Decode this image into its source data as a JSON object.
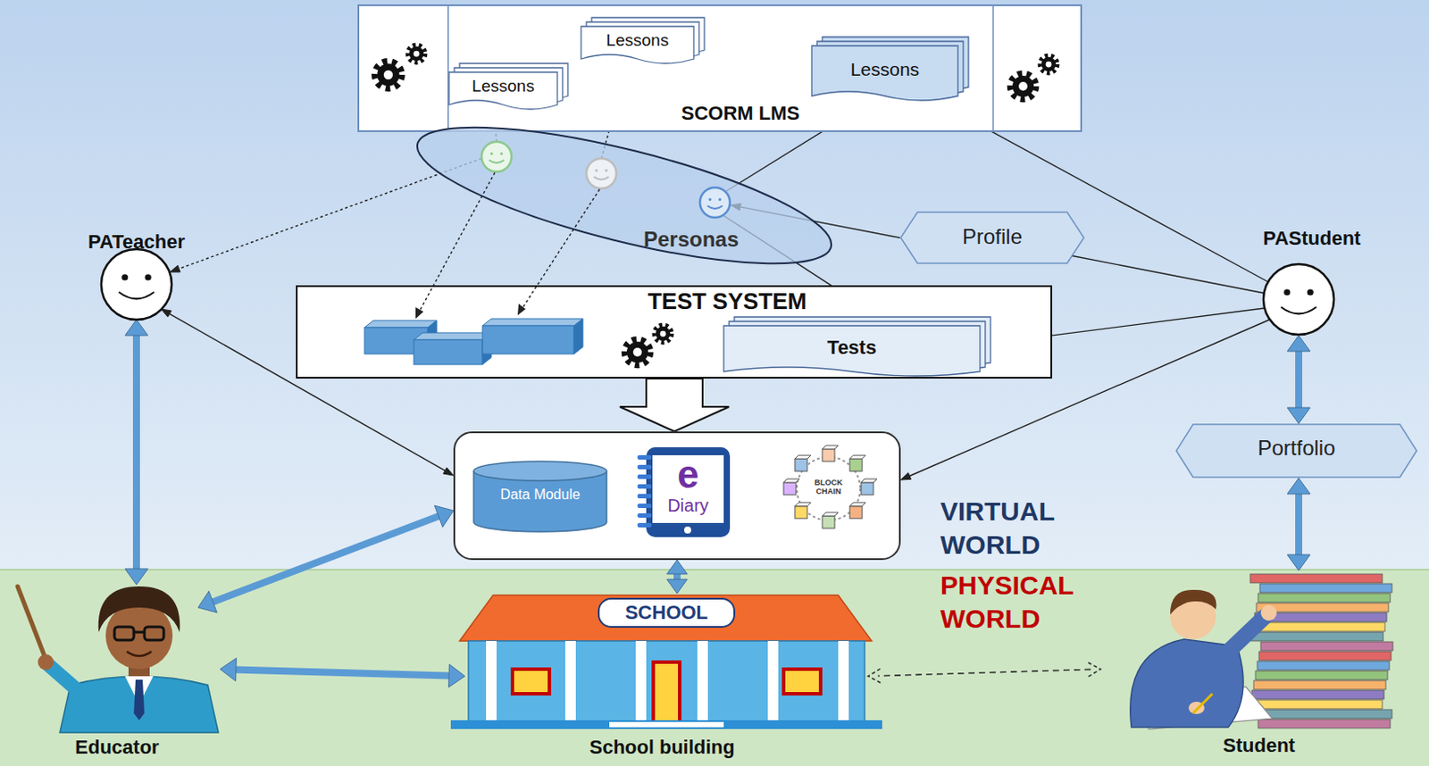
{
  "diagram": {
    "nodes": [
      {
        "text": [
          "SCORM LMS"
        ]
      },
      {
        "text": [
          "Lessons"
        ],
        "in": 0
      },
      {
        "text": [
          "Lessons"
        ],
        "in": 0
      },
      {
        "text": [
          "Lessons"
        ],
        "in": 0
      },
      {
        "text": [
          "Personas"
        ]
      },
      {
        "text": [
          "PATeacher"
        ]
      },
      {
        "text": [
          "Profile"
        ]
      },
      {
        "text": [
          "PAStudent"
        ]
      },
      {
        "text": [
          "TEST SYSTEM"
        ]
      },
      {
        "text": [
          "Tests"
        ],
        "in": 8
      },
      {
        "text": []
      },
      {
        "text": [
          "Data Module"
        ],
        "in": 10
      },
      {
        "text": [
          "e",
          "Diary"
        ],
        "in": 10
      },
      {
        "text": [
          "BLOCK CHAIN"
        ],
        "in": 10
      },
      {
        "text": [
          "Portfolio"
        ]
      },
      {
        "text": [
          "Educator"
        ]
      },
      {
        "text": [
          "SCHOOL",
          "School building"
        ]
      },
      {
        "text": [
          "Student"
        ]
      }
    ],
    "edges": [
      {
        "from": 4,
        "to": 1,
        "arrow": "to"
      },
      {
        "from": 4,
        "to": 2,
        "arrow": "to"
      },
      {
        "from": 4,
        "to": 3,
        "arrow": "to"
      },
      {
        "from": 4,
        "to": 9,
        "arrow": "to"
      },
      {
        "from": 4,
        "to": 5,
        "arrow": "to"
      },
      {
        "from": 6,
        "to": 4,
        "arrow": "to"
      },
      {
        "from": 7,
        "to": 6,
        "arrow": "none"
      },
      {
        "from": 7,
        "to": 3,
        "arrow": "to"
      },
      {
        "from": 7,
        "to": 9,
        "arrow": "to"
      },
      {
        "from": 7,
        "to": 10,
        "arrow": "to"
      },
      {
        "from": 8,
        "to": 10,
        "arrow": "to"
      },
      {
        "from": 5,
        "to": 15,
        "arrow": "both"
      },
      {
        "from": 5,
        "to": 10,
        "arrow": "both"
      },
      {
        "from": 15,
        "to": 10,
        "arrow": "both"
      },
      {
        "from": 15,
        "to": 16,
        "arrow": "both"
      },
      {
        "from": 10,
        "to": 16,
        "arrow": "both"
      },
      {
        "from": 17,
        "to": 16,
        "arrow": "both"
      },
      {
        "from": 17,
        "to": 14,
        "arrow": "both"
      },
      {
        "from": 14,
        "to": 7,
        "arrow": "both"
      }
    ],
    "labels": [
      "VIRTUAL WORLD",
      "PHYSICAL WORLD"
    ]
  }
}
